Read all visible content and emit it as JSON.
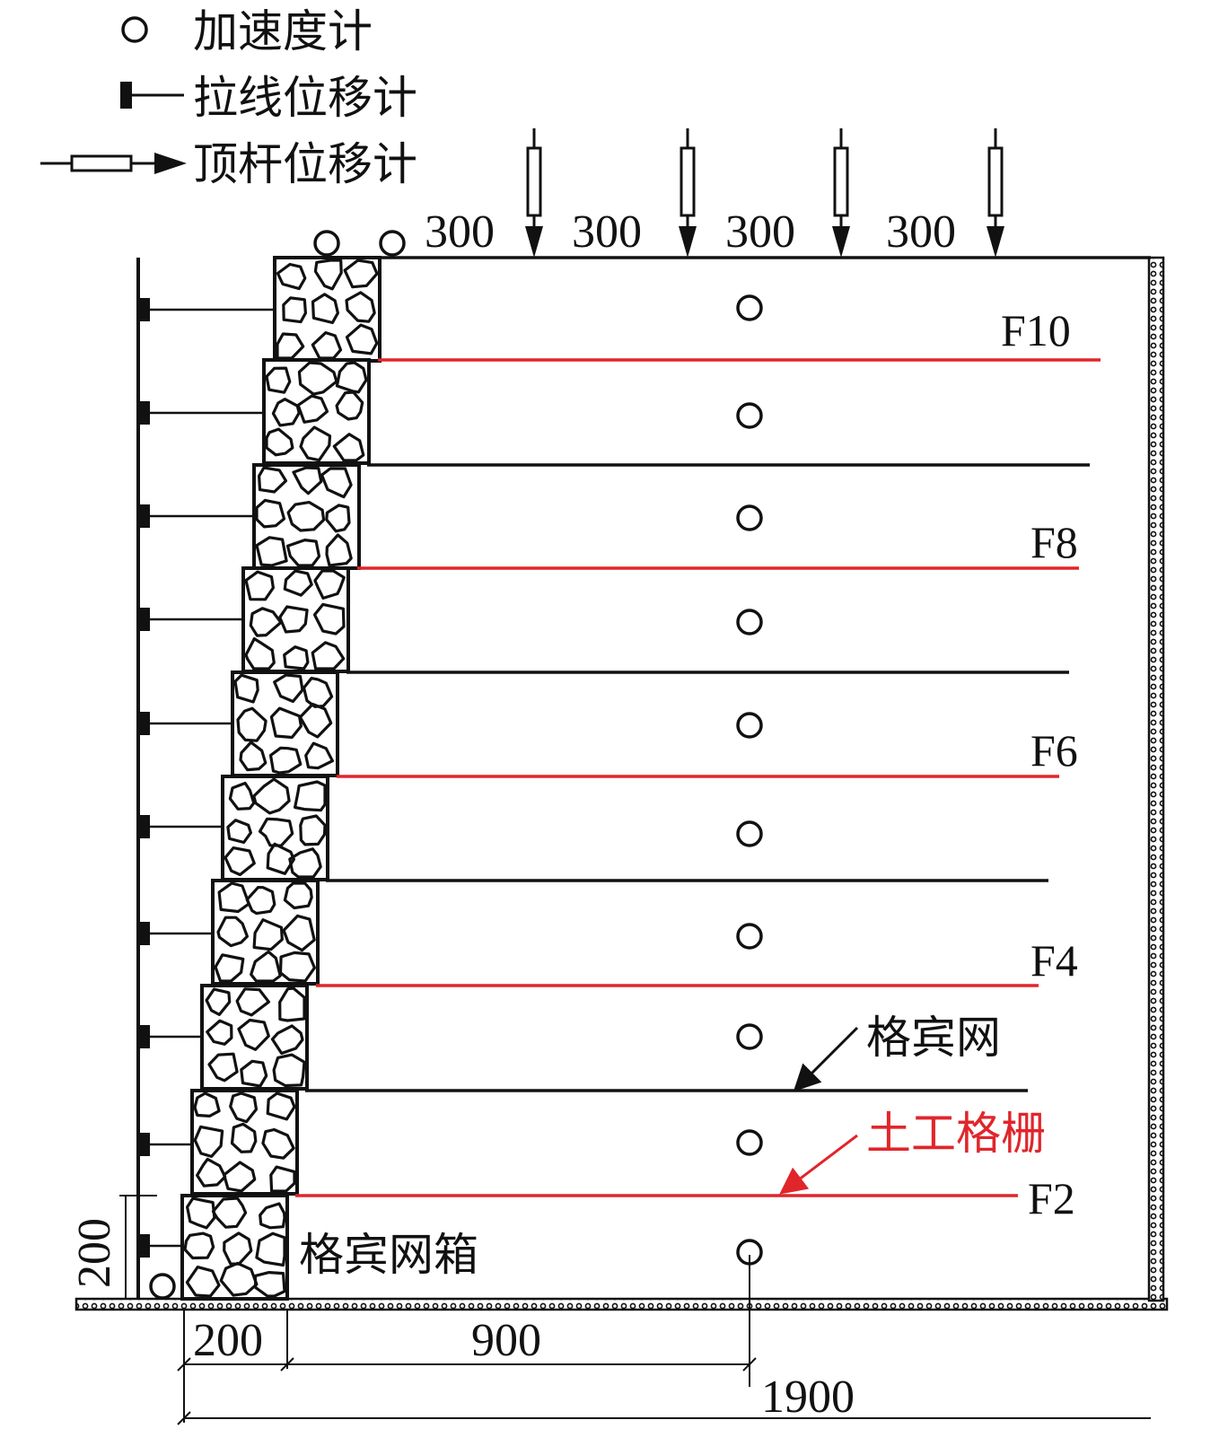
{
  "legend": {
    "accelerometer": "加速度计",
    "draw_wire": "拉线位移计",
    "ejector": "顶杆位移计"
  },
  "top_spacing_labels": [
    "300",
    "300",
    "300",
    "300"
  ],
  "layers": {
    "F10": "F10",
    "F8": "F8",
    "F6": "F6",
    "F4": "F4",
    "F2": "F2"
  },
  "callouts": {
    "gabion_mesh": "格宾网",
    "geogrid": "土工格栅",
    "gabion_box": "格宾网箱"
  },
  "dimensions": {
    "left_height": "200",
    "bottom_block": "200",
    "bottom_middle": "900",
    "bottom_total": "1900"
  },
  "colors": {
    "geogrid": "#e0262b",
    "line": "#111111"
  }
}
